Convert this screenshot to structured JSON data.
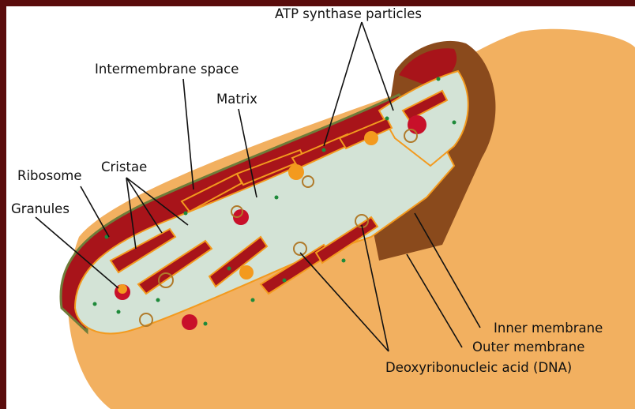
{
  "labels": {
    "atp_synthase": "ATP synthase particles",
    "intermembrane_space": "Intermembrane space",
    "matrix": "Matrix",
    "ribosome": "Ribosome",
    "cristae": "Cristae",
    "granules": "Granules",
    "inner_membrane": "Inner membrane",
    "outer_membrane": "Outer membrane",
    "dna": "Deoxyribonucleic acid (DNA)"
  },
  "colors": {
    "frame": "#5a0c0c",
    "outer_membrane": "#f2b060",
    "outer_edge": "#6f7d3a",
    "intermembrane": "#a8141a",
    "inner_membrane_brown": "#8a4a1c",
    "matrix": "#d3e3d6",
    "ribosome_dot": "#1e8a3a",
    "granule_orange": "#f39a1e",
    "granule_red": "#c8102a"
  }
}
